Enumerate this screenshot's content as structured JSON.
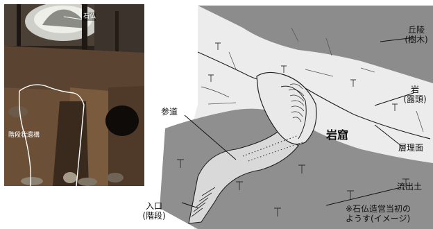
{
  "photo": {
    "label_stone_buddha": "石仏",
    "label_stair_remains": "階段状遺構"
  },
  "diagram": {
    "label_hill_line1": "丘陵",
    "label_hill_line2": "(樹木)",
    "label_rock_line1": "岩",
    "label_rock_line2": "(露頭)",
    "label_approach": "参道",
    "label_grotto": "岩窟",
    "label_bedding": "層理面",
    "label_outflow": "流出土",
    "label_entrance_line1": "入口",
    "label_entrance_line2": "(階段)",
    "note_line1": "※石仏造営当初の",
    "note_line2": "ようす(イメージ)"
  },
  "colors": {
    "hill_gray": "#8c8c8c",
    "rock_light": "#eeeeee",
    "soil_gray": "#8f8f8f",
    "line": "#222222"
  }
}
